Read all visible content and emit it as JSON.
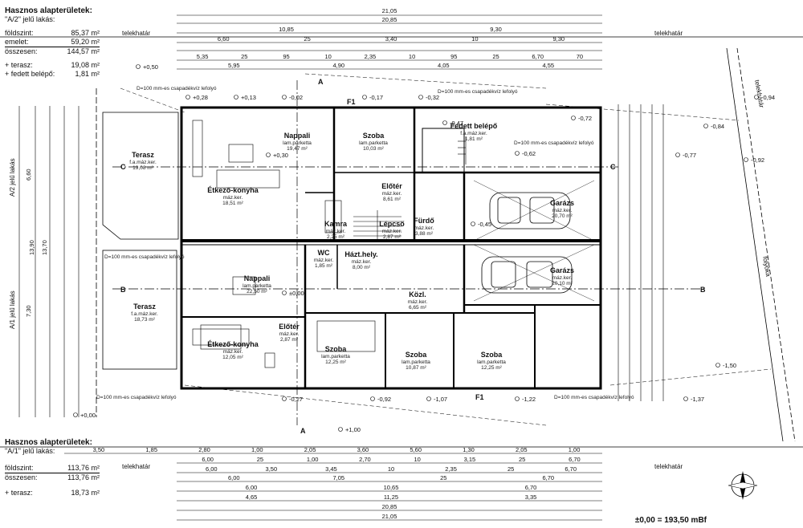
{
  "top_panel": {
    "title": "Hasznos alapterületek:",
    "subtitle": "\"A/2\" jelű lakás:",
    "rows": [
      {
        "label": "földszint:",
        "value": "85,37 m²"
      },
      {
        "label": "emelet:",
        "value": "59,20 m²"
      },
      {
        "label": "összesen:",
        "value": "144,57 m²"
      },
      {
        "label": "+ terasz:",
        "value": "19,08 m²"
      },
      {
        "label": "+ fedett belépő:",
        "value": "1,81 m²"
      }
    ]
  },
  "bottom_panel": {
    "title": "Hasznos alapterületek:",
    "subtitle": "\"A/1\" jelű lakás:",
    "rows": [
      {
        "label": "földszint:",
        "value": "113,76 m²"
      },
      {
        "label": "összesen:",
        "value": "113,76 m²"
      },
      {
        "label": "+ terasz:",
        "value": "18,73 m²"
      }
    ]
  },
  "datum": "±0,00 = 193,50 mBf",
  "plot_boundary": "telekhatár",
  "gutter": "folyóka",
  "rooms": [
    {
      "name": "Nappali",
      "floor": "lam.parketta",
      "area": "19,47 m²"
    },
    {
      "name": "Szoba",
      "floor": "lam.parketta",
      "area": "10,03 m²"
    },
    {
      "name": "Fedett belépő",
      "floor": "f.a.máz.ker.",
      "area": "1,81 m²"
    },
    {
      "name": "Terasz",
      "floor": "f.a.máz.ker.",
      "area": "19,08 m²"
    },
    {
      "name": "Étkező-konyha",
      "floor": "máz.ker.",
      "area": "18,51 m²"
    },
    {
      "name": "Előtér",
      "floor": "máz.ker.",
      "area": "8,61 m²"
    },
    {
      "name": "Garázs",
      "floor": "máz.ker.",
      "area": "20,70 m²"
    },
    {
      "name": "Kamra",
      "floor": "máz.ker.",
      "area": "2,25 m²"
    },
    {
      "name": "Fürdő",
      "floor": "máz.ker.",
      "area": "3,88 m²"
    },
    {
      "name": "Lépcső",
      "floor": "máz.ker.",
      "area": "2,87 m²"
    },
    {
      "name": "Nappali",
      "floor": "lam.parketta",
      "area": "22,50 m²"
    },
    {
      "name": "WC",
      "floor": "máz.ker.",
      "area": "1,85 m²"
    },
    {
      "name": "Házt.hely.",
      "floor": "máz.ker.",
      "area": "8,00 m²"
    },
    {
      "name": "Garázs",
      "floor": "máz.ker.",
      "area": "20,10 m²"
    },
    {
      "name": "Terasz",
      "floor": "f.a.máz.ker.",
      "area": "18,73 m²"
    },
    {
      "name": "Közl.",
      "floor": "máz.ker.",
      "area": "6,65 m²"
    },
    {
      "name": "Előtér",
      "floor": "máz.ker.",
      "area": "2,87 m²"
    },
    {
      "name": "Étkező-konyha",
      "floor": "máz.ker.",
      "area": "12,05 m²"
    },
    {
      "name": "Szoba",
      "floor": "lam.parketta",
      "area": "12,25 m²"
    },
    {
      "name": "Szoba",
      "floor": "lam.parketta",
      "area": "10,87 m²"
    },
    {
      "name": "Szoba",
      "floor": "lam.parketta",
      "area": "12,25 m²"
    }
  ],
  "drain_note": "D=100 mm-es csapadékvíz lefolyó",
  "section_marks": [
    "A",
    "B",
    "C"
  ],
  "door_tag": "F1",
  "top_dims": {
    "overall": "21,05",
    "inner": "20,85",
    "row1": [
      "10,85",
      "9,30"
    ],
    "row2": [
      "6,60",
      "25",
      "3,40",
      "10",
      "9,30"
    ],
    "row3": [
      "5,35",
      "25",
      "95",
      "10",
      "2,35",
      "10",
      "95",
      "25",
      "6,70",
      "70"
    ],
    "row4": [
      "5,95",
      "4,90",
      "4,05",
      "4,55"
    ]
  },
  "bottom_dims": {
    "row1": [
      "3,50",
      "1,85",
      "2,80",
      "1,00",
      "2,05",
      "3,60",
      "5,60",
      "1,30",
      "2,05",
      "1,00"
    ],
    "row2": [
      "6,00",
      "25",
      "1,00",
      "2,70",
      "10",
      "3,15",
      "25",
      "6,70"
    ],
    "row3": [
      "6,00",
      "3,50",
      "3,45",
      "10",
      "2,35",
      "25",
      "6,70"
    ],
    "row4": [
      "6,00",
      "7,05",
      "25",
      "6,70"
    ],
    "row5": [
      "6,00",
      "10,65",
      "6,70"
    ],
    "row6": [
      "4,65",
      "11,25",
      "3,35"
    ],
    "overall_inner": "20,85",
    "overall": "21,05"
  },
  "left_dims": [
    "A/2 jelű lakás",
    "A/1 jelű lakás",
    "6,60",
    "7,30",
    "13,90",
    "13,70"
  ],
  "levels": [
    "+0,50",
    "+0,28",
    "+0,13",
    "-0,02",
    "-0,17",
    "-0,32",
    "-0,47",
    "-0,72",
    "-0,84",
    "-0,94",
    "-0,77",
    "-0,92",
    "-0,62",
    "+0,30",
    "±0,00",
    "-0,45",
    "-1,07",
    "-1,22",
    "-1,37",
    "-1,50",
    "+0,00",
    "-0,27",
    "-0,92",
    "+1,00"
  ]
}
